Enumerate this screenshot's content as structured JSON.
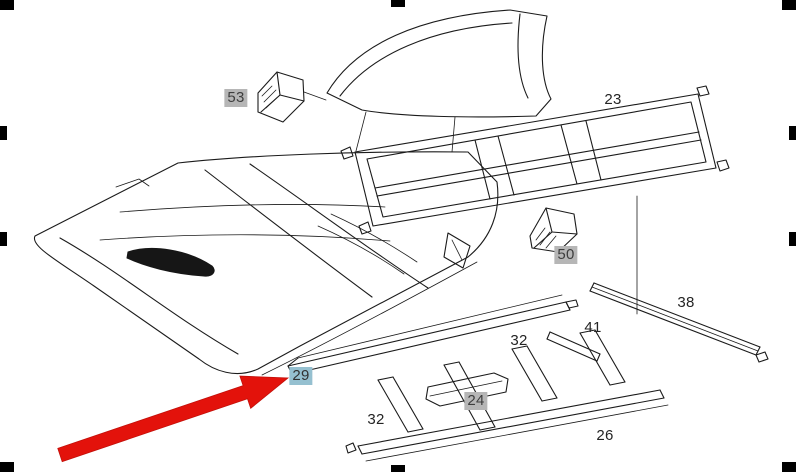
{
  "diagram": {
    "description": "Exploded parts diagram of vehicle floor pan, rear floor frame and cross members",
    "background": "#ffffff",
    "line_color": "#1b1b1b",
    "arrow_color": "#e3120b",
    "highlight_gray": "#b6b6b6",
    "highlight_blue": "#95c0d0"
  },
  "parts": {
    "p53": {
      "label": "53",
      "highlight": "gray"
    },
    "p23": {
      "label": "23",
      "highlight": "none"
    },
    "p50": {
      "label": "50",
      "highlight": "gray"
    },
    "p38": {
      "label": "38",
      "highlight": "none"
    },
    "p41": {
      "label": "41",
      "highlight": "none"
    },
    "p32a": {
      "label": "32",
      "highlight": "none"
    },
    "p29": {
      "label": "29",
      "highlight": "blue"
    },
    "p24": {
      "label": "24",
      "highlight": "gray"
    },
    "p32b": {
      "label": "32",
      "highlight": "none"
    },
    "p26": {
      "label": "26",
      "highlight": "none"
    }
  }
}
